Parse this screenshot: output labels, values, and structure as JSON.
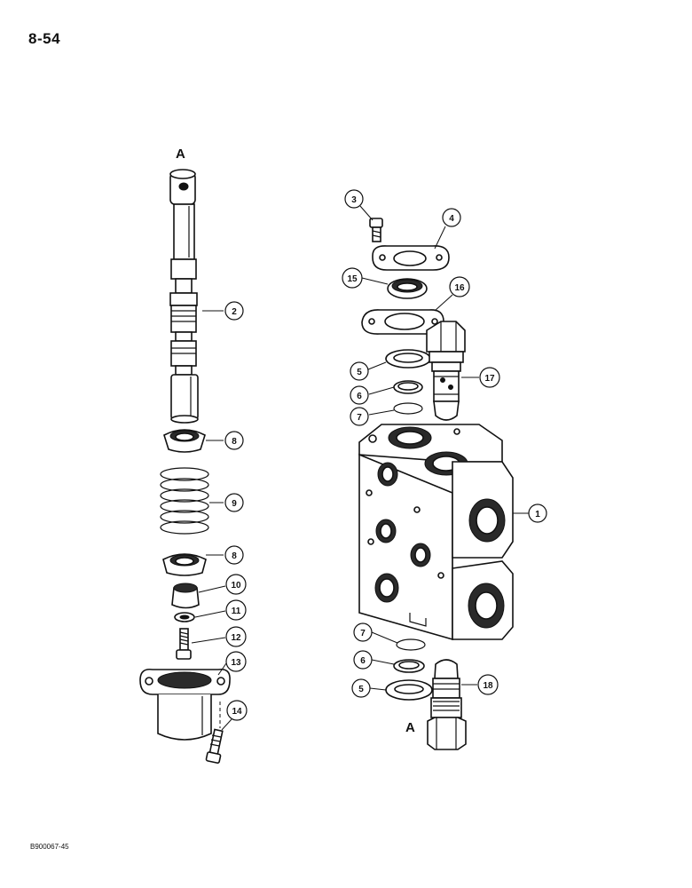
{
  "page": {
    "number": "8-54",
    "figure_id": "B900067-45"
  },
  "markers": {
    "top": "A",
    "bottom": "A"
  },
  "callouts": {
    "c1": "1",
    "c2": "2",
    "c3": "3",
    "c4": "4",
    "c5a": "5",
    "c5b": "5",
    "c6a": "6",
    "c6b": "6",
    "c7a": "7",
    "c7b": "7",
    "c8a": "8",
    "c8b": "8",
    "c9": "9",
    "c10": "10",
    "c11": "11",
    "c12": "12",
    "c13": "13",
    "c14": "14",
    "c15": "15",
    "c16": "16",
    "c17": "17",
    "c18": "18"
  }
}
